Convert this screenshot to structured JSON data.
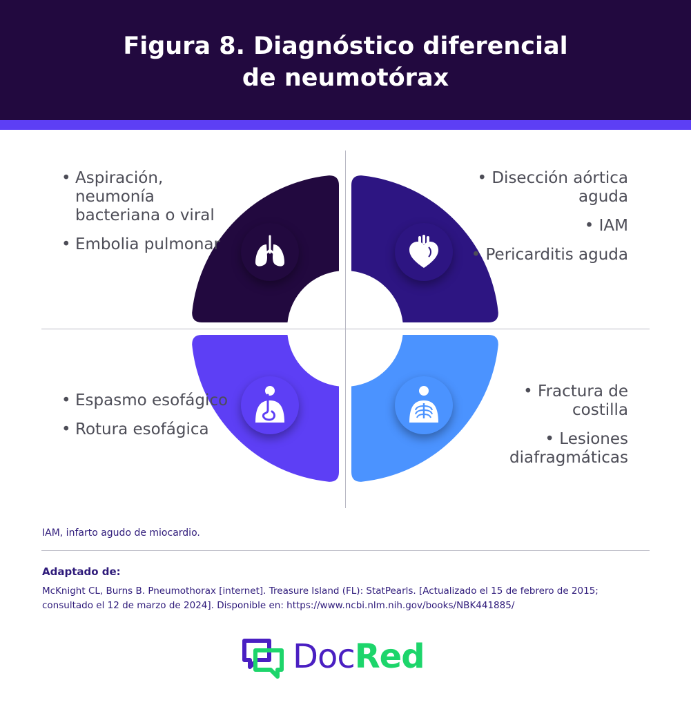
{
  "header": {
    "title_line1": "Figura 8. Diagnóstico diferencial",
    "title_line2": "de neumotórax"
  },
  "quadrants": {
    "pulmonary": {
      "icon": "lungs-icon",
      "color": "#22093f",
      "items": [
        "Aspiración, neumonía bacteriana o viral",
        "Embolia pulmonar"
      ]
    },
    "cardiac": {
      "icon": "heart-icon",
      "color": "#2d1582",
      "items": [
        "Disección aórtica aguda",
        "IAM",
        "Pericarditis aguda"
      ]
    },
    "esophageal": {
      "icon": "esophagus-icon",
      "color": "#5d3ff5",
      "items": [
        "Espasmo esofágico",
        "Rotura esofágica"
      ]
    },
    "musculoskeletal": {
      "icon": "ribcage-icon",
      "color": "#4b93ff",
      "items": [
        "Fractura de costilla",
        "Lesiones diafragmáticas"
      ]
    }
  },
  "footnote": "IAM, infarto agudo de miocardio.",
  "reference": {
    "heading": "Adaptado de:",
    "text": "McKnight CL, Burns B. Pneumothorax [internet]. Treasure Island (FL): StatPearls. [Actualizado el 15 de febrero de 2015; consultado el 12 de marzo de 2024]. Disponible en: https://www.ncbi.nlm.nih.gov/books/NBK441885/"
  },
  "logo": {
    "part1": "Doc",
    "part2": "Red",
    "colors": {
      "doc": "#4a1fc2",
      "red": "#1dd56b"
    }
  }
}
